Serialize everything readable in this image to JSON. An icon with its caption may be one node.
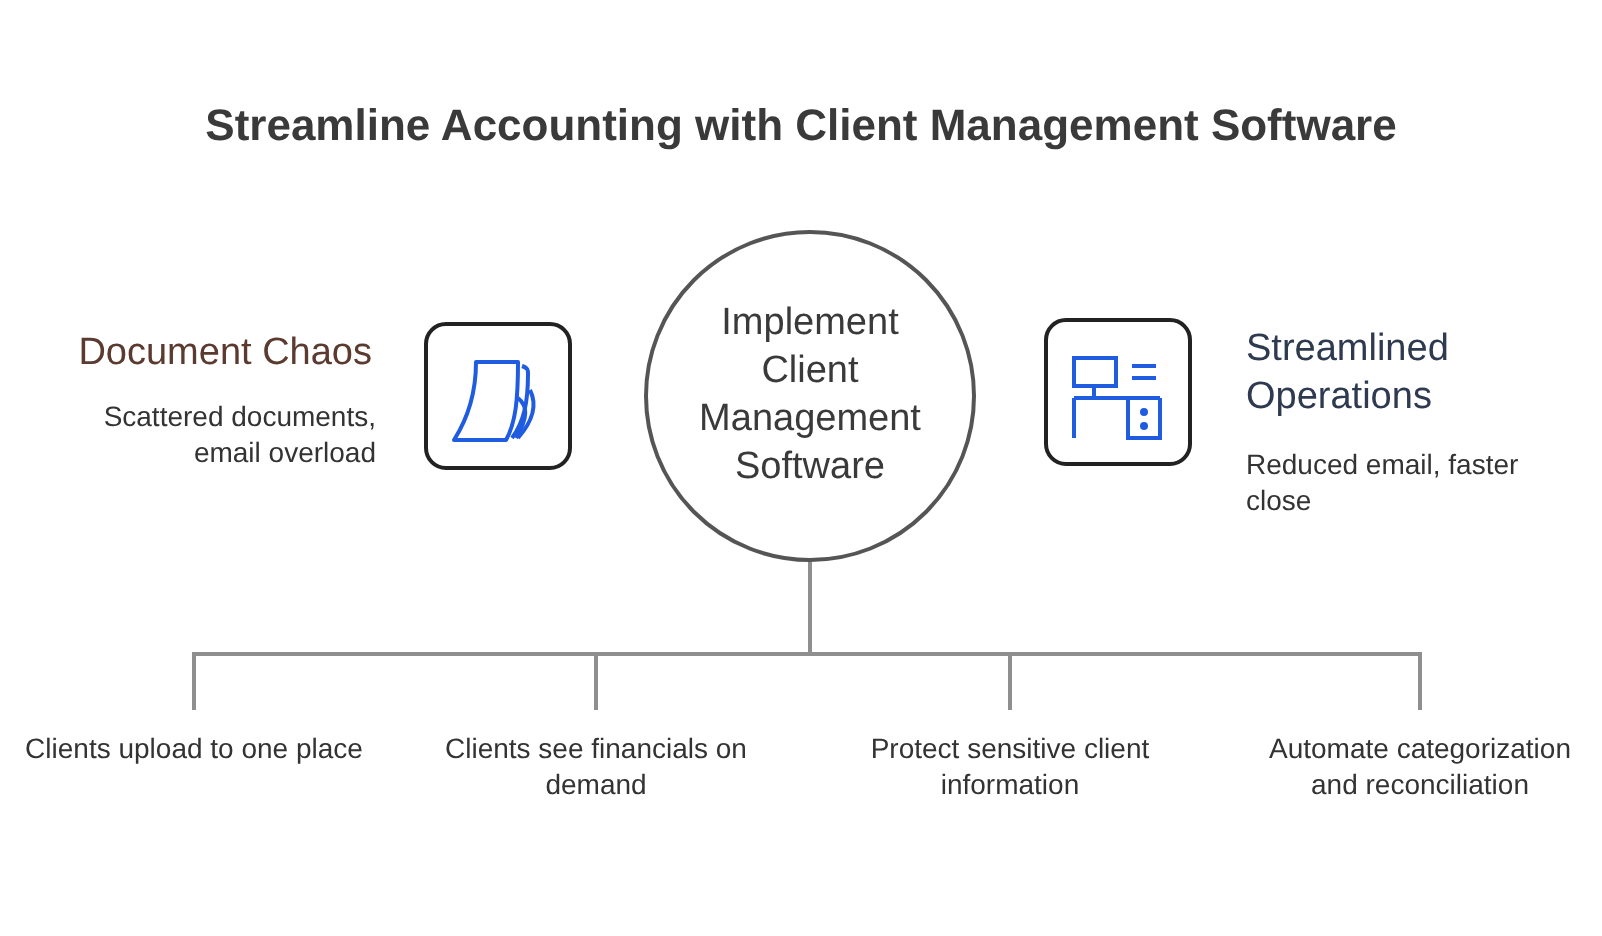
{
  "diagram": {
    "title": "Streamline Accounting with Client Management Software",
    "nodes": [
      {
        "text": [
          "Implement Client Management Software"
        ]
      },
      {
        "text": [
          "Clients upload to one place"
        ]
      },
      {
        "text": [
          "Clients see financials on demand"
        ]
      },
      {
        "text": [
          "Protect sensitive client information"
        ]
      },
      {
        "text": [
          "Automate categorization and reconciliation"
        ]
      }
    ],
    "edges": [
      {
        "from": 0,
        "to": 1,
        "arrow": "none"
      },
      {
        "from": 0,
        "to": 2,
        "arrow": "none"
      },
      {
        "from": 0,
        "to": 3,
        "arrow": "none"
      },
      {
        "from": 0,
        "to": 4,
        "arrow": "none"
      }
    ],
    "labels": [
      "Document Chaos",
      "Scattered documents, email overload",
      "Streamlined Operations",
      "Reduced email, faster close"
    ]
  }
}
